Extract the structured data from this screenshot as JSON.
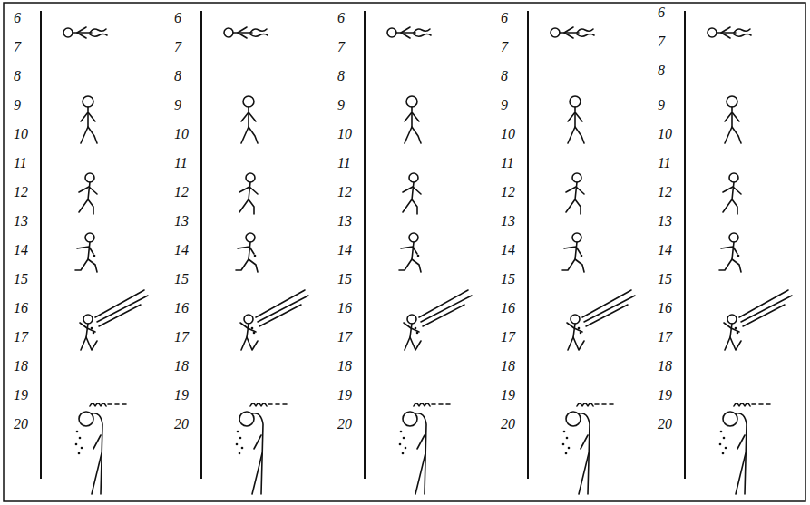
{
  "diagram": {
    "labels": [
      "6",
      "7",
      "8",
      "9",
      "10",
      "11",
      "12",
      "13",
      "14",
      "15",
      "16",
      "17",
      "18",
      "19",
      "20",
      "6",
      "7",
      "8",
      "9",
      "10",
      "11",
      "12",
      "13",
      "14",
      "15",
      "16",
      "17",
      "18",
      "19",
      "20",
      "6",
      "7",
      "8",
      "9",
      "10",
      "11",
      "12",
      "13",
      "14",
      "15",
      "16",
      "17",
      "18",
      "19",
      "20",
      "6",
      "7",
      "8",
      "9",
      "10",
      "11",
      "12",
      "13",
      "14",
      "15",
      "16",
      "17",
      "18",
      "19",
      "20",
      "6",
      "7",
      "8",
      "9",
      "10",
      "11",
      "12",
      "13",
      "14",
      "15",
      "16",
      "17",
      "18",
      "19",
      "20"
    ]
  }
}
